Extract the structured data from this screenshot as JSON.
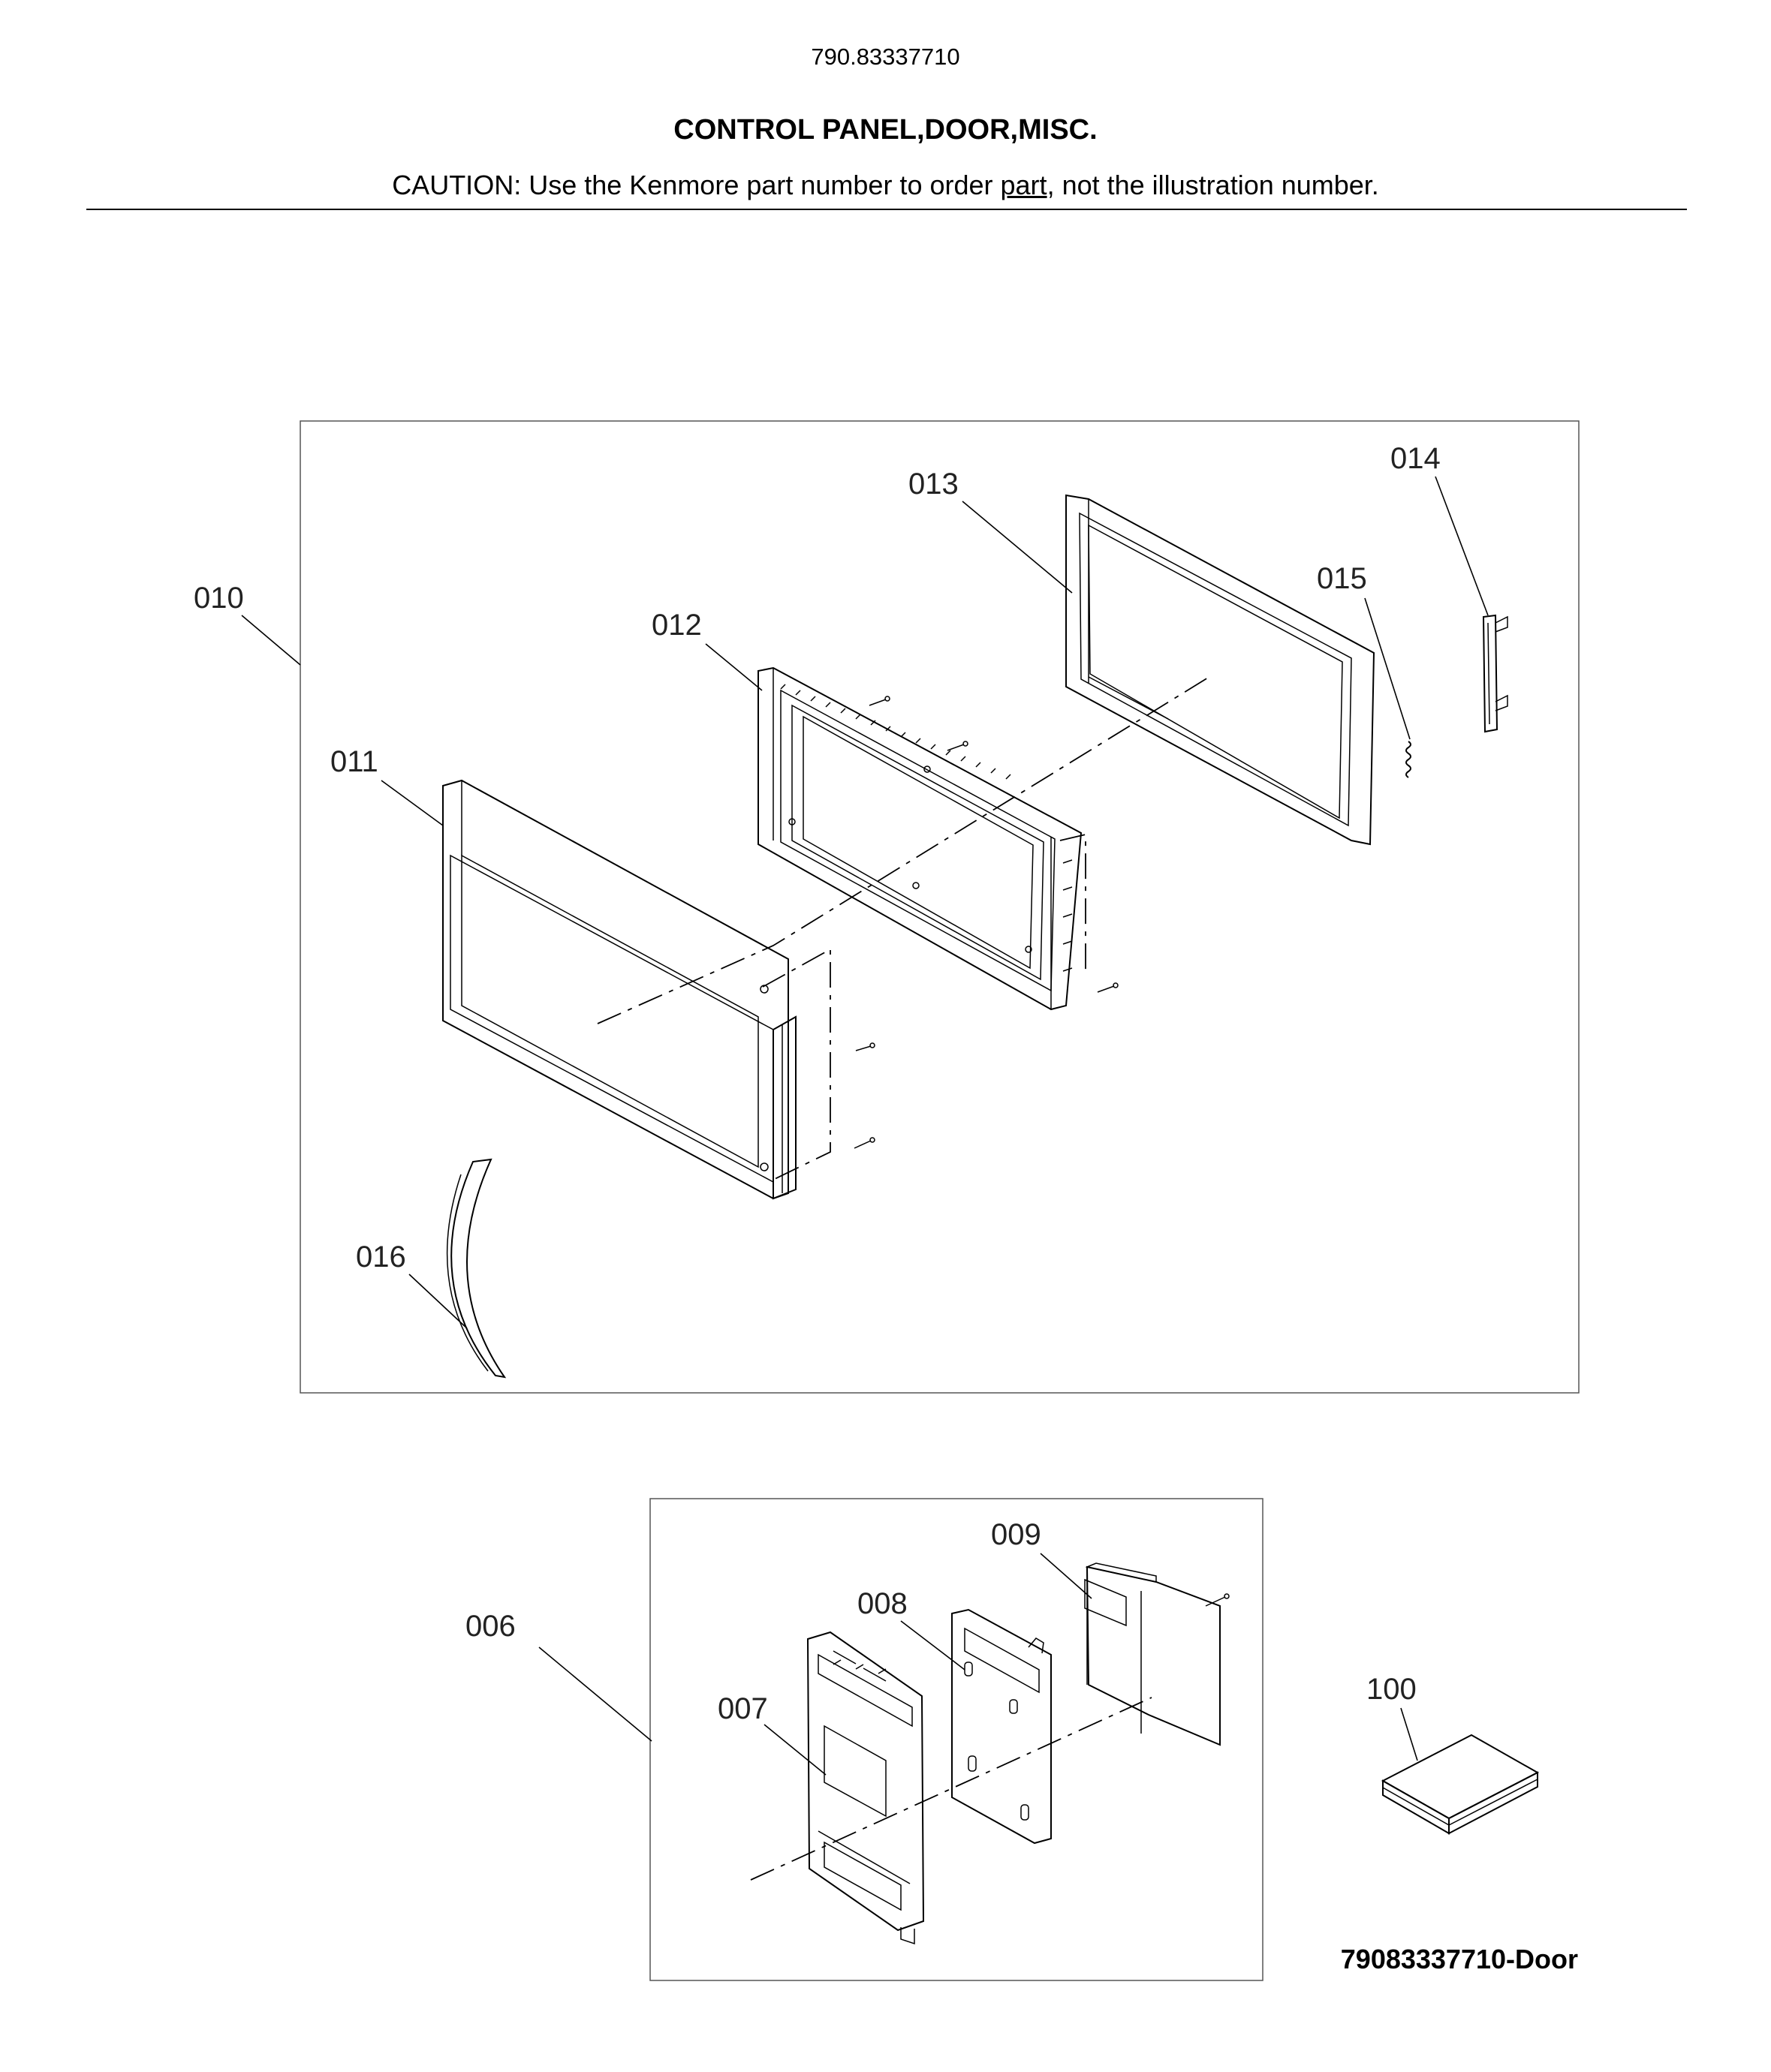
{
  "header": {
    "model_number": "790.83337710",
    "section_title": "CONTROL PANEL,DOOR,MISC.",
    "caution_prefix": "CAUTION: Use the Kenmore part number to order ",
    "caution_link": "part",
    "caution_suffix": ", not the illustration number."
  },
  "callouts": {
    "c010": "010",
    "c011": "011",
    "c012": "012",
    "c013": "013",
    "c014": "014",
    "c015": "015",
    "c016": "016",
    "c006": "006",
    "c007": "007",
    "c008": "008",
    "c009": "009",
    "c100": "100"
  },
  "figure_id": "79083337710-Door"
}
